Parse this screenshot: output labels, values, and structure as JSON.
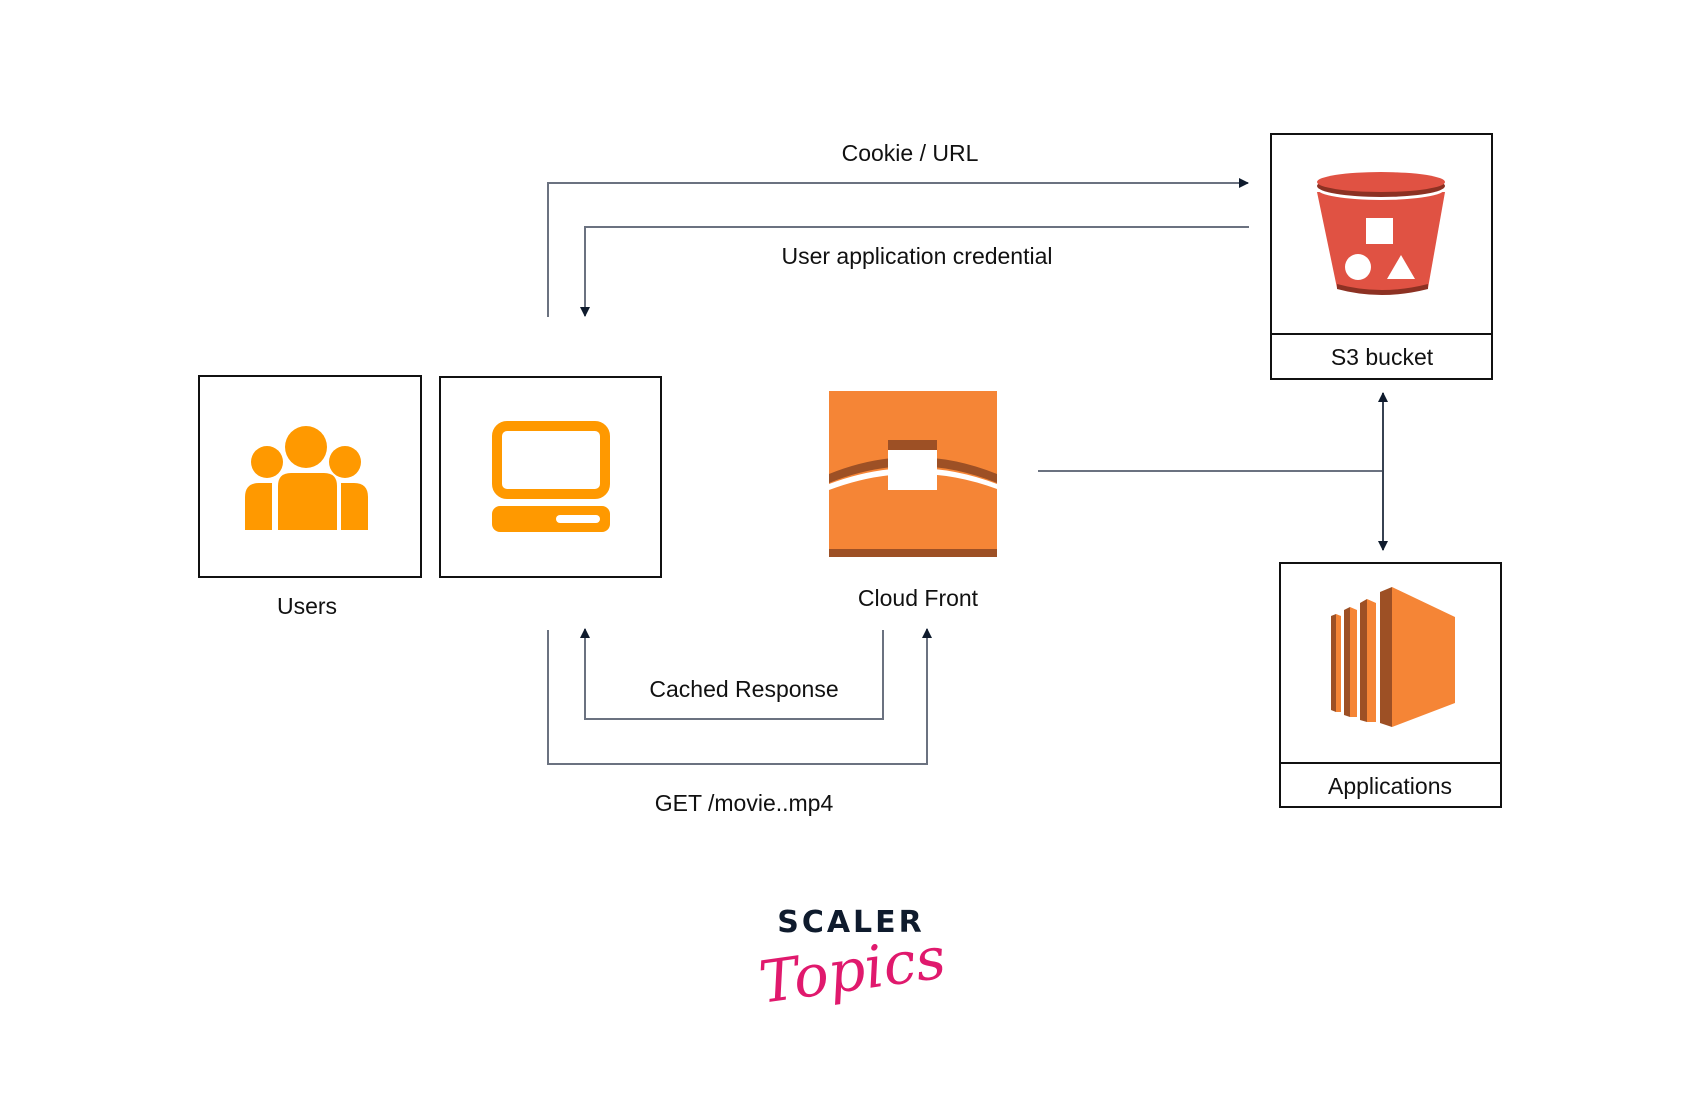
{
  "nodes": {
    "users": {
      "label": "Users",
      "icon": "users-group-icon",
      "color": "#ff9900"
    },
    "client": {
      "label": "",
      "icon": "desktop-computer-icon",
      "color": "#ff9900"
    },
    "cloudfront": {
      "label": "Cloud Front",
      "icon": "cloudfront-icon",
      "color": "#f58536",
      "shade": "#9d5025"
    },
    "s3": {
      "label": "S3 bucket",
      "icon": "s3-bucket-icon",
      "color": "#e05243",
      "shade": "#8c3123"
    },
    "applications": {
      "label": "Applications",
      "icon": "ec2-instances-icon",
      "color": "#f58536",
      "shade": "#9d5025"
    }
  },
  "edges": {
    "cookie_url": {
      "label": "Cookie / URL",
      "from": "client",
      "to": "s3"
    },
    "credential": {
      "label": "User application credential",
      "from": "s3",
      "to": "client"
    },
    "cached_response": {
      "label": "Cached Response",
      "from": "cloudfront",
      "to": "client"
    },
    "get_movie": {
      "label": "GET /movie..mp4",
      "from": "client",
      "to": "cloudfront"
    },
    "origin_link": {
      "label": "",
      "from": "cloudfront",
      "to": "s3 / applications"
    }
  },
  "colors": {
    "line": "#6b7280",
    "arrowhead": "#0f1b2d",
    "border": "#111111"
  },
  "logo": {
    "brand": "SCALER",
    "sub": "Topics"
  }
}
